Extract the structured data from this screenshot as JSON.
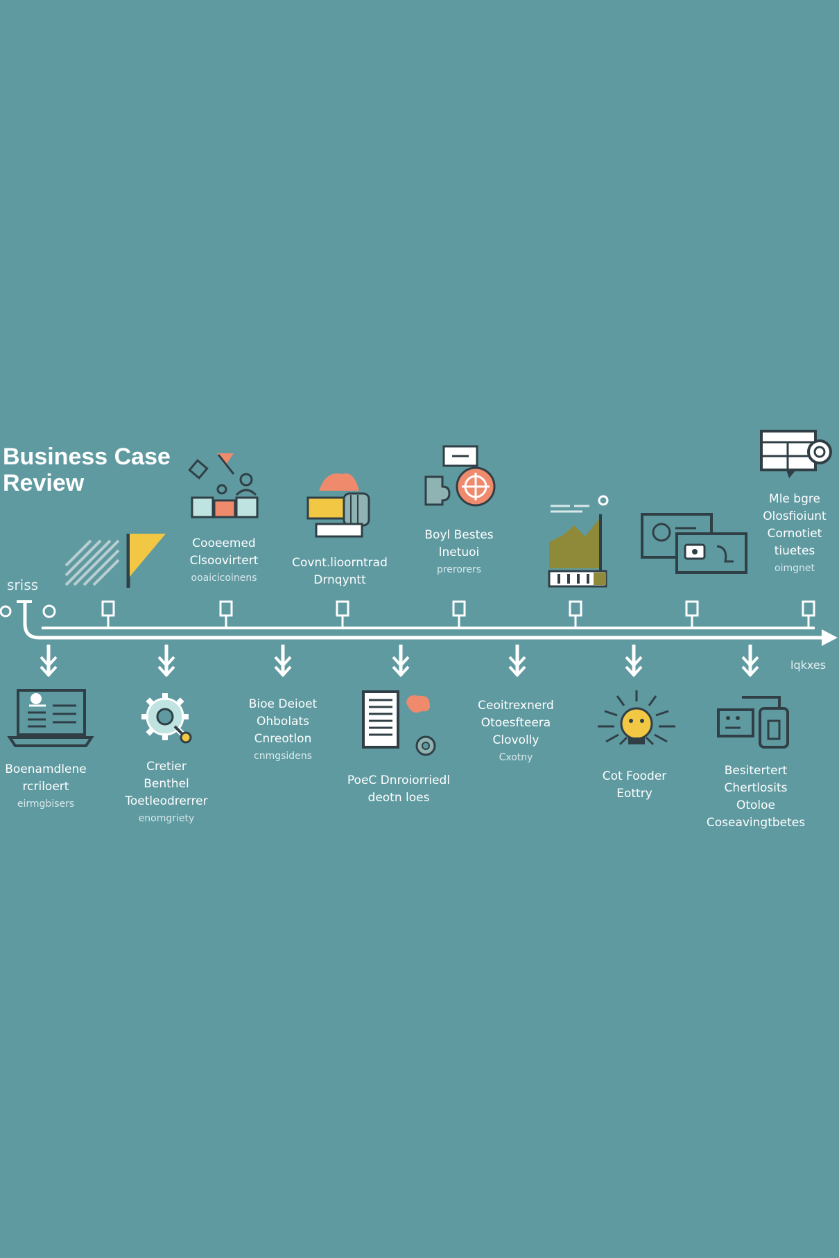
{
  "title": "Business Case Review",
  "start_label": "sriss",
  "end_label": "lqkxes",
  "colors": {
    "background": "#5f9aa1",
    "line": "#ffffff",
    "stroke": "#2f3f45",
    "yellow": "#f2c744",
    "orange": "#f08a6c",
    "olive": "#8f8a3a",
    "teal_light": "#bfe3e0"
  },
  "top_milestones": [
    {
      "icon": "flag-icon",
      "lines": []
    },
    {
      "icon": "blocks-icon",
      "lines": [
        "Cooeemed",
        "Clsoovirtert"
      ],
      "sub": "ooaicicoinens"
    },
    {
      "icon": "hand-card-icon",
      "lines": [
        "Covnt.lioorntrad",
        "Drnqyntt"
      ],
      "sub": ""
    },
    {
      "icon": "puzzle-globe-icon",
      "lines": [
        "Boyl Bestes",
        "lnetuoi"
      ],
      "sub": "prerorers"
    },
    {
      "icon": "chart-icon",
      "lines": [],
      "sub": ""
    },
    {
      "icon": "id-cards-icon",
      "lines": [],
      "sub": ""
    },
    {
      "icon": "monitor-icon",
      "lines": [
        "Mle bgre",
        "Olosfioiunt",
        "Cornotiet",
        "tiuetes"
      ],
      "sub": "oimgnet"
    }
  ],
  "bottom_milestones": [
    {
      "icon": "laptop-icon",
      "lines": [
        "Boenamdlene",
        "rcriloert"
      ],
      "sub": "eirmgbisers"
    },
    {
      "icon": "gear-icon",
      "lines": [
        "Cretier",
        "Benthel",
        "Toetleodrerrer"
      ],
      "sub": "enomgriety"
    },
    {
      "icon": "text-icon",
      "lines": [
        "Bioe Deioet",
        "Ohbolats",
        "Cnreotlon"
      ],
      "sub": "cnmgsidens"
    },
    {
      "icon": "document-gear-icon",
      "lines": [
        "PoeC Dnroiorriedl",
        "deotn loes"
      ],
      "sub": ""
    },
    {
      "icon": "text-icon",
      "lines": [
        "Ceoitrexnerd",
        "Otoesfteera",
        "Clovolly"
      ],
      "sub": "Cxotny"
    },
    {
      "icon": "bulb-icon",
      "lines": [
        "Cot Fooder",
        "Eottry"
      ],
      "sub": ""
    },
    {
      "icon": "devices-icon",
      "lines": [
        "Besitertert",
        "Chertlosits",
        "Otoloe",
        "Coseavingtbetes"
      ],
      "sub": ""
    }
  ]
}
